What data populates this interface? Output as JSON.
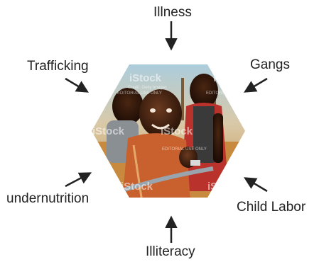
{
  "center_image": {
    "description_icon": "children-photo",
    "watermark": "iStock",
    "watermark_sub": "Credit: Getty Images",
    "watermark_note": "EDITORIAL USE ONLY"
  },
  "labels": {
    "top": "Illness",
    "upper_left": "Trafficking",
    "upper_right": "Gangs",
    "lower_left": "undernutrition",
    "lower_right": "Child Labor",
    "bottom": "Illiteracy"
  },
  "colors": {
    "text": "#222222",
    "arrow": "#222222",
    "sky": "#9ec3d8",
    "ground": "#c98a3d"
  }
}
